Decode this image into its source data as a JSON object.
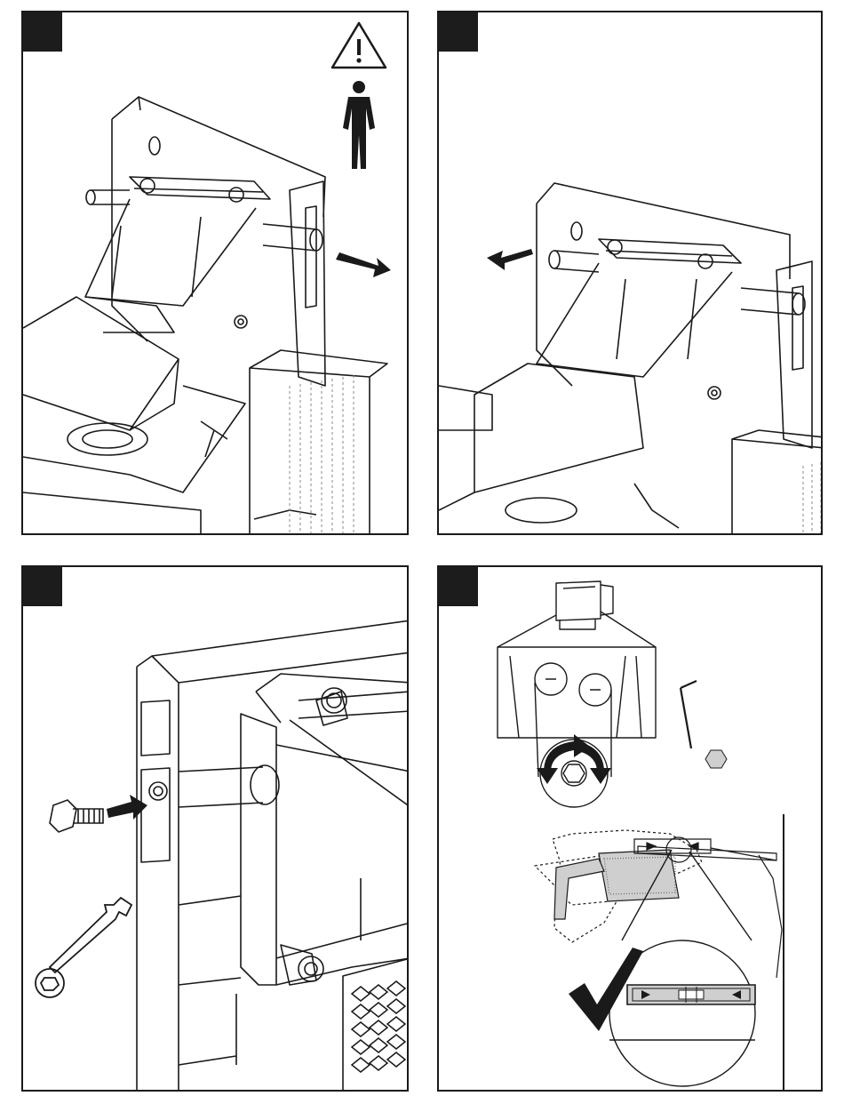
{
  "panels": [
    {
      "id": "p1",
      "name": "step-panel-remove-pin-right"
    },
    {
      "id": "p2",
      "name": "step-panel-insert-pin-left"
    },
    {
      "id": "p3",
      "name": "step-panel-insert-bolt"
    },
    {
      "id": "p4",
      "name": "step-panel-adjust-level"
    }
  ],
  "icons": {
    "warning": "warning-triangle-icon",
    "person": "person-icon",
    "arrow": "arrow-icon",
    "wrench": "wrench-icon",
    "allen_key": "allen-key-icon",
    "hex_nut": "hex-nut-icon",
    "check": "checkmark-icon",
    "rotate": "rotate-arrows-icon",
    "level": "spirit-level-icon"
  },
  "colors": {
    "ink": "#1a1a1a",
    "badge": "#1c1c1c",
    "hatch": "#888888",
    "shade": "#cfcfcf",
    "paper": "#ffffff"
  }
}
